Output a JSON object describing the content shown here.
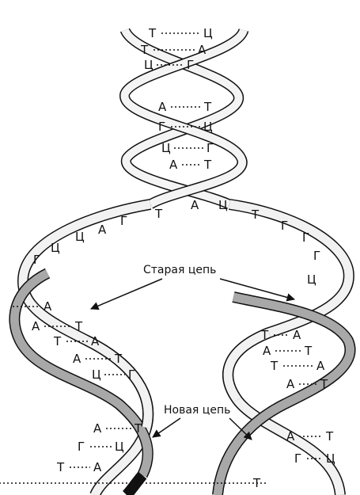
{
  "labels": {
    "old_strand": "Старая цепь",
    "new_strand": "Новая цепь"
  },
  "top_helix_pairs": [
    [
      "Т",
      "Ц"
    ],
    [
      "Т",
      "А"
    ],
    [
      "Ц",
      "Г"
    ],
    [
      "А",
      "Т"
    ],
    [
      "Г",
      "Ц"
    ],
    [
      "Ц",
      "Г"
    ],
    [
      "А",
      "Т"
    ]
  ],
  "fork_bases": [
    "Г",
    "Ц",
    "Ц",
    "А",
    "Г",
    "Т",
    "А",
    "Ц",
    "Т",
    "Г",
    "Г",
    "Г",
    "Ц"
  ],
  "left_daughter_pairs": [
    [
      "",
      "А"
    ],
    [
      "А",
      "Т"
    ],
    [
      "Т",
      "А"
    ],
    [
      "А",
      "Т"
    ],
    [
      "Ц",
      "Г"
    ],
    [
      "А",
      "Т"
    ],
    [
      "Г",
      "Ц"
    ],
    [
      "Т",
      "А"
    ]
  ],
  "right_daughter_pairs": [
    [
      "Т",
      "А"
    ],
    [
      "А",
      "Т"
    ],
    [
      "Т",
      "А"
    ],
    [
      "А",
      "Т"
    ],
    [
      "А",
      "Т"
    ],
    [
      "Г",
      "Ц"
    ],
    [
      "Т",
      ""
    ]
  ],
  "colors": {
    "ink": "#111111",
    "strand_fill": "#f2f2f2",
    "new_strand_fill": "#9a9a9a"
  }
}
